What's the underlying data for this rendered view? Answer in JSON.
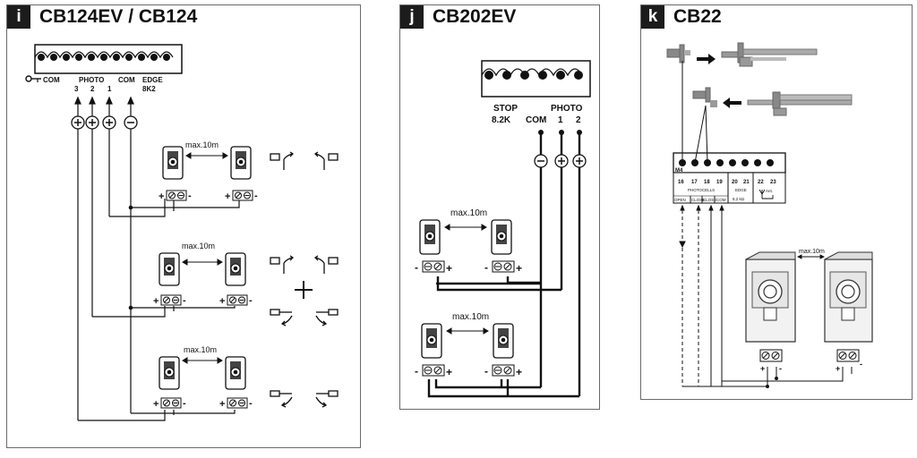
{
  "panels": [
    {
      "letter": "i",
      "title": "CB124EV / CB124",
      "terminals": {
        "com_left": "COM",
        "photo": "PHOTO",
        "com_right": "COM",
        "edge": "EDGE",
        "n3": "3",
        "n2": "2",
        "n1": "1",
        "k8k2": "8K2"
      },
      "distance": "max.10m"
    },
    {
      "letter": "j",
      "title": "CB202EV",
      "terminals": {
        "stop": "STOP",
        "k8k2": "8.2K",
        "com": "COM",
        "photo": "PHOTO",
        "n1": "1",
        "n2": "2"
      },
      "distance": "max.10m"
    },
    {
      "letter": "k",
      "title": "CB22",
      "terminals": {
        "m4": "M4",
        "n16": "16",
        "n17": "17",
        "n18": "18",
        "n19": "19",
        "n20": "20",
        "n21": "21",
        "n22": "22",
        "n23": "23",
        "photocells": "PHOTOCELLS",
        "edge": "EDGE",
        "edge_val": "8,2 kΩ",
        "open": "OPEN",
        "close1": "CLOSE",
        "close2": "CLOSE",
        "com": "COM",
        "ant": "Ant."
      },
      "distance": "max.10m"
    }
  ],
  "symbols": {
    "plus": "+",
    "minus": "-"
  }
}
